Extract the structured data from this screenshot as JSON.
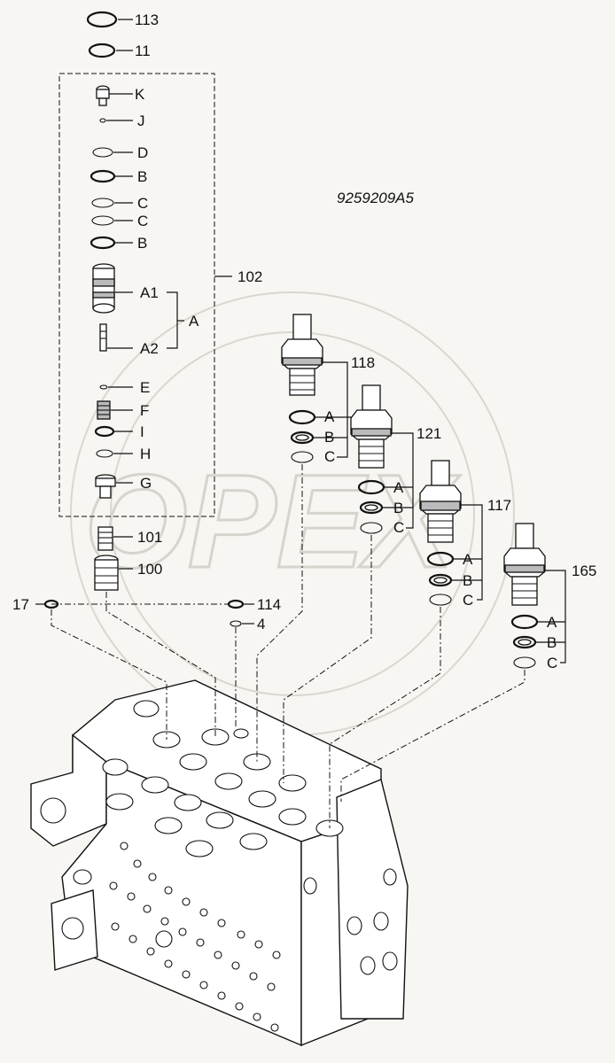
{
  "drawing_code": "9259209A5",
  "watermark": "OPEX",
  "labels": {
    "p113": "113",
    "p11": "11",
    "pK": "K",
    "pJ": "J",
    "pD": "D",
    "pB1": "B",
    "pC1": "C",
    "pC2": "C",
    "pB2": "B",
    "pA1": "A1",
    "pA": "A",
    "pA2": "A2",
    "pE": "E",
    "pF": "F",
    "pI": "I",
    "pH": "H",
    "pG": "G",
    "p102": "102",
    "p101": "101",
    "p100": "100",
    "p17": "17",
    "p114": "114",
    "p4": "4",
    "p118": "118",
    "p118A": "A",
    "p118B": "B",
    "p118C": "C",
    "p121": "121",
    "p121A": "A",
    "p121B": "B",
    "p121C": "C",
    "p117": "117",
    "p117A": "A",
    "p117B": "B",
    "p117C": "C",
    "p165": "165",
    "p165A": "A",
    "p165B": "B",
    "p165C": "C"
  }
}
